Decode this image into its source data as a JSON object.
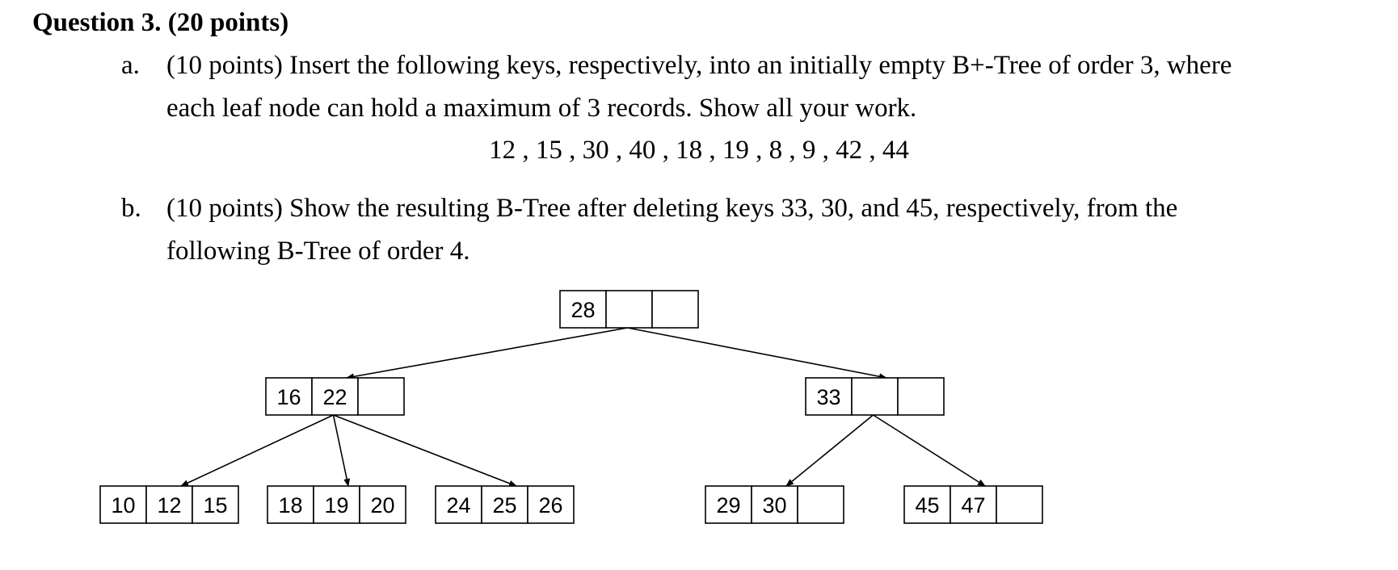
{
  "question": {
    "title": "Question 3. (20 points)",
    "part_a": {
      "marker": "a.",
      "line1": "(10 points) Insert the following keys, respectively, into an initially empty B+-Tree of order 3, where",
      "line2": "each leaf node can hold a maximum of 3 records. Show all your work.",
      "keys": "12 , 15 , 30 , 40 , 18 , 19 , 8 , 9 , 42 , 44"
    },
    "part_b": {
      "marker": "b.",
      "line1": "(10 points) Show the resulting B-Tree after deleting keys 33, 30, and 45, respectively, from the",
      "line2": "following B-Tree of order 4."
    }
  },
  "tree": {
    "nodes": [
      {
        "id": "root",
        "keys": [
          "28",
          "",
          ""
        ]
      },
      {
        "id": "left-internal",
        "keys": [
          "16",
          "22",
          ""
        ]
      },
      {
        "id": "right-internal",
        "keys": [
          "33",
          "",
          ""
        ]
      },
      {
        "id": "leaf-1",
        "keys": [
          "10",
          "12",
          "15"
        ]
      },
      {
        "id": "leaf-2",
        "keys": [
          "18",
          "19",
          "20"
        ]
      },
      {
        "id": "leaf-3",
        "keys": [
          "24",
          "25",
          "26"
        ]
      },
      {
        "id": "leaf-4",
        "keys": [
          "29",
          "30",
          ""
        ]
      },
      {
        "id": "leaf-5",
        "keys": [
          "45",
          "47",
          ""
        ]
      }
    ],
    "edges": [
      [
        "root",
        "left-internal"
      ],
      [
        "root",
        "right-internal"
      ],
      [
        "left-internal",
        "leaf-1"
      ],
      [
        "left-internal",
        "leaf-2"
      ],
      [
        "left-internal",
        "leaf-3"
      ],
      [
        "right-internal",
        "leaf-4"
      ],
      [
        "right-internal",
        "leaf-5"
      ]
    ]
  }
}
